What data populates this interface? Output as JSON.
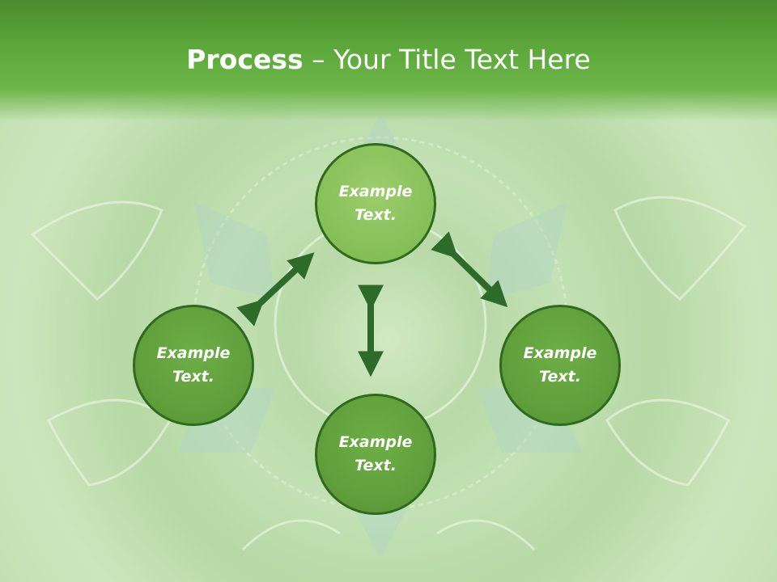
{
  "title": {
    "bold": "Process",
    "rest": " – Your Title Text Here"
  },
  "nodes": [
    {
      "label": "Example\nText."
    },
    {
      "label": "Example\nText."
    },
    {
      "label": "Example\nText."
    },
    {
      "label": "Example\nText."
    }
  ],
  "colors": {
    "title_bar": "#5da83b",
    "node_top": "#8cc45e",
    "node_fill": "#5f9e3c",
    "node_border": "#2f6a1f",
    "arrow": "#2e6b2a"
  }
}
